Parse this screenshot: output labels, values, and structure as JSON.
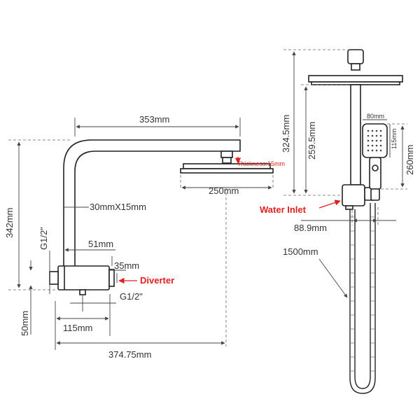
{
  "labels": {
    "arm_length": "353mm",
    "thickness_prefix": "Thickness:",
    "thickness_value": "15mm",
    "head_width": "250mm",
    "arm_section": "30mmX15mm",
    "total_height_left": "342mm",
    "thread_left": "G1/2\"",
    "bracket_51": "51mm",
    "bracket_35": "35mm",
    "diverter": "Diverter",
    "thread_bottom": "G1/2\"",
    "height_50": "50mm",
    "width_115": "115mm",
    "total_width": "374.75mm",
    "height_324": "324.5mm",
    "height_259": "259.5mm",
    "handheld_width": "80mm",
    "handheld_head": "115mm",
    "handheld_length": "260mm",
    "water_inlet": "Water Inlet",
    "center_distance": "88.9mm",
    "hose_length": "1500mm"
  },
  "colors": {
    "line": "#222222",
    "annotation_red": "#e02020",
    "text": "#333333"
  }
}
